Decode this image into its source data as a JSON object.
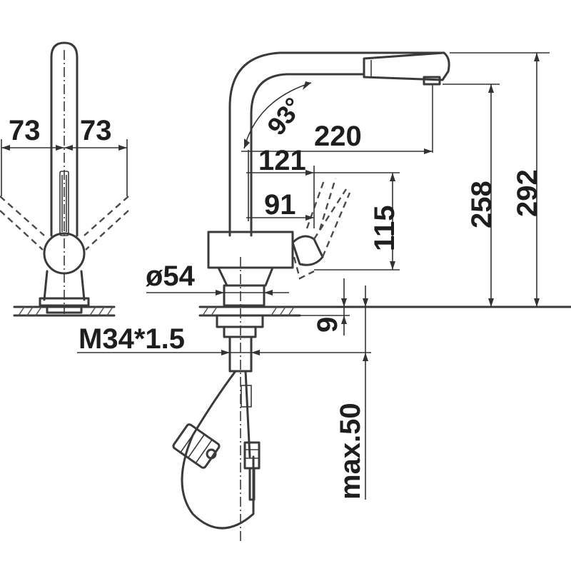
{
  "dimensions": {
    "side_left": "73",
    "side_right": "73",
    "angle": "93°",
    "reach": "220",
    "lever_offset": "121",
    "base_offset": "91",
    "lever_height": "115",
    "spout_height": "258",
    "total_height": "292",
    "base_diameter": "ø54",
    "thread": "M34*1.5",
    "deck_thickness": "9",
    "max_thickness": "max.50"
  }
}
